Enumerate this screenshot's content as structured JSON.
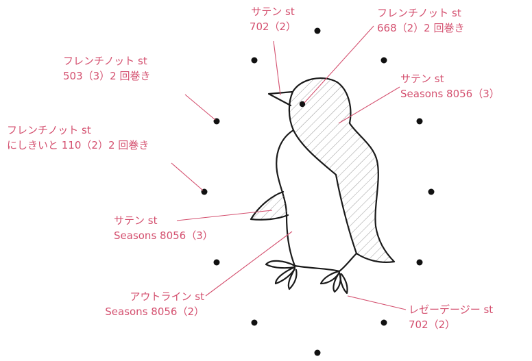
{
  "colors": {
    "annotation": "#d4506f",
    "outline": "#1a1a1a",
    "dot": "#111111",
    "hatch": "#8a8a8a"
  },
  "annotations": [
    {
      "id": "top-satin",
      "stitch": "サテン st",
      "detail": "702（2）"
    },
    {
      "id": "eye-french-knot",
      "stitch": "フレンチノット st",
      "detail": "668（2）2 回巻き"
    },
    {
      "id": "left-french-knot",
      "stitch": "フレンチノット st",
      "detail": "503（3）2 回巻き"
    },
    {
      "id": "back-satin",
      "stitch": "サテン st",
      "detail": "Seasons 8056（3）"
    },
    {
      "id": "far-left-french-knot",
      "stitch": "フレンチノット st",
      "detail": "にしきいと 110（2）2 回巻き"
    },
    {
      "id": "wing-satin",
      "stitch": "サテン st",
      "detail": "Seasons 8056（3）"
    },
    {
      "id": "outline",
      "stitch": "アウトライン st",
      "detail": "Seasons 8056（2）"
    },
    {
      "id": "feet-lazy-daisy",
      "stitch": "レゼーデージー st",
      "detail": "702（2）"
    }
  ]
}
